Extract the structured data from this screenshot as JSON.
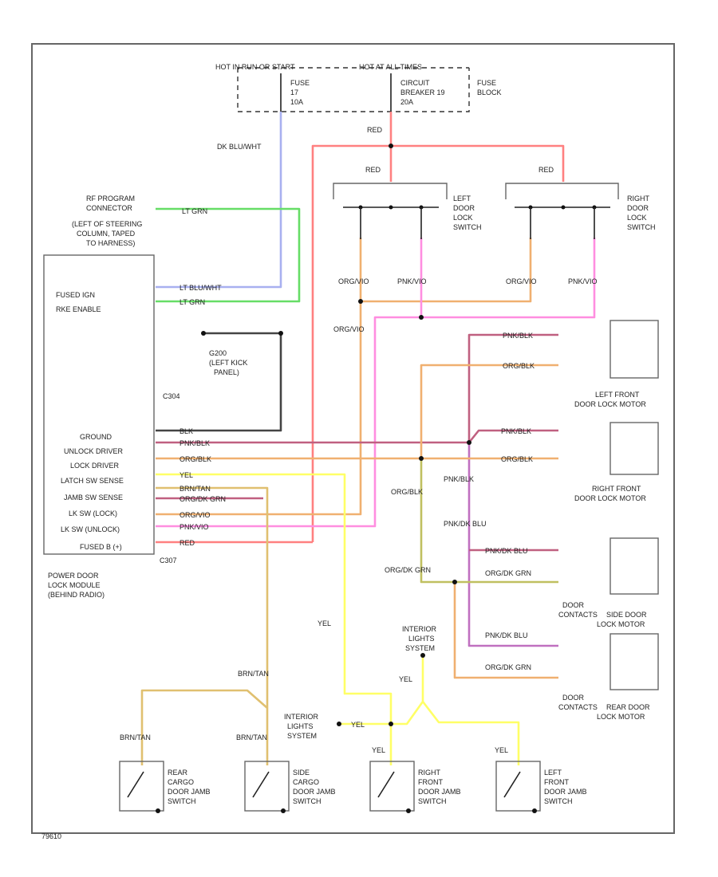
{
  "power": {
    "hot_run_start": "HOT IN RUN OR START",
    "hot_all_times": "HOT AT ALL TIMES",
    "fuse_line1": "FUSE",
    "fuse_line2": "17",
    "fuse_line3": "10A",
    "cb_line1": "CIRCUIT",
    "cb_line2": "BREAKER 19",
    "cb_line3": "20A",
    "fuse_block_line1": "FUSE",
    "fuse_block_line2": "BLOCK"
  },
  "module": {
    "rf_conn": [
      "RF PROGRAM",
      "CONNECTOR",
      "(LEFT OF STEERING",
      "COLUMN, TAPED",
      "TO HARNESS)"
    ],
    "pins": [
      "FUSED IGN",
      "RKE ENABLE",
      "GROUND",
      "UNLOCK DRIVER",
      "LOCK DRIVER",
      "LATCH SW SENSE",
      "JAMB SW SENSE",
      "LK SW (LOCK)",
      "LK SW (UNLOCK)",
      "FUSED B (+)"
    ],
    "conn1": "C304",
    "conn2": "C307",
    "g_line1": "G200",
    "g_line2": "(LEFT KICK",
    "g_line3": "PANEL)",
    "name": [
      "POWER DOOR",
      "LOCK MODULE",
      "(BEHIND RADIO)"
    ]
  },
  "wires": {
    "dk_blu_wht": "DK BLU/WHT",
    "lt_grn": "LT GRN",
    "lt_blu_wht": "LT BLU/WHT",
    "red": "RED",
    "org_vio": "ORG/VIO",
    "pnk_vio": "PNK/VIO",
    "pnk_blk": "PNK/BLK",
    "org_blk": "ORG/BLK",
    "blk": "BLK",
    "yel": "YEL",
    "brn_tan": "BRN/TAN",
    "org_dk_grn": "ORG/DK GRN",
    "pnk_dk_blu": "PNK/DK BLU"
  },
  "switches": {
    "left_lock": [
      "LEFT",
      "DOOR",
      "LOCK",
      "SWITCH"
    ],
    "right_lock": [
      "RIGHT",
      "DOOR",
      "LOCK",
      "SWITCH"
    ],
    "jamb": [
      [
        "REAR",
        "CARGO",
        "DOOR JAMB",
        "SWITCH"
      ],
      [
        "SIDE",
        "CARGO",
        "DOOR JAMB",
        "SWITCH"
      ],
      [
        "RIGHT",
        "FRONT",
        "DOOR JAMB",
        "SWITCH"
      ],
      [
        "LEFT",
        "FRONT",
        "DOOR JAMB",
        "SWITCH"
      ]
    ]
  },
  "motors": {
    "lf": [
      "LEFT FRONT",
      "DOOR LOCK MOTOR"
    ],
    "rf": [
      "RIGHT FRONT",
      "DOOR LOCK MOTOR"
    ],
    "door_contacts": [
      "DOOR",
      "CONTACTS"
    ],
    "side": [
      "SIDE DOOR",
      "LOCK MOTOR"
    ],
    "rear": [
      "REAR DOOR",
      "LOCK MOTOR"
    ]
  },
  "interior": {
    "top": [
      "INTERIOR",
      "LIGHTS",
      "SYSTEM"
    ],
    "left": [
      "INTERIOR",
      "LIGHTS",
      "SYSTEM"
    ]
  },
  "colors": {
    "red": "#ff8080",
    "pink": "#ff8ee0",
    "orange": "#f0b070",
    "yellow": "#ffff66",
    "green": "#66dd66",
    "blue": "#a8b0f0",
    "tan": "#e0c070",
    "olive": "#c0c060",
    "maroon": "#c06080",
    "purple": "#c070c0"
  },
  "footer_code": "79610"
}
